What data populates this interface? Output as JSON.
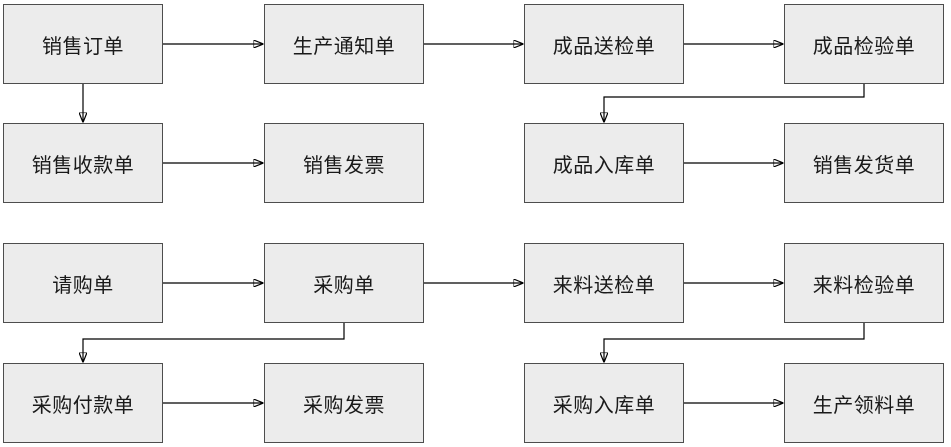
{
  "diagram": {
    "type": "flowchart",
    "colors": {
      "background": "#ffffff",
      "box_fill": "#ececec",
      "box_border": "#4d4d4d",
      "arrow": "#000000",
      "text": "#1a1a1a"
    },
    "nodes": [
      {
        "id": "sales-order",
        "label": "销售订单",
        "row": 1,
        "col": 1
      },
      {
        "id": "production-notice",
        "label": "生产通知单",
        "row": 1,
        "col": 2
      },
      {
        "id": "finished-goods-inspection-request",
        "label": "成品送检单",
        "row": 1,
        "col": 3
      },
      {
        "id": "finished-goods-inspection-report",
        "label": "成品检验单",
        "row": 1,
        "col": 4
      },
      {
        "id": "sales-receipt",
        "label": "销售收款单",
        "row": 2,
        "col": 1
      },
      {
        "id": "sales-invoice",
        "label": "销售发票",
        "row": 2,
        "col": 2
      },
      {
        "id": "finished-goods-inbound",
        "label": "成品入库单",
        "row": 2,
        "col": 3
      },
      {
        "id": "sales-delivery",
        "label": "销售发货单",
        "row": 2,
        "col": 4
      },
      {
        "id": "purchase-requisition",
        "label": "请购单",
        "row": 3,
        "col": 1
      },
      {
        "id": "purchase-order",
        "label": "采购单",
        "row": 3,
        "col": 2
      },
      {
        "id": "incoming-inspection-request",
        "label": "来料送检单",
        "row": 3,
        "col": 3
      },
      {
        "id": "incoming-inspection-report",
        "label": "来料检验单",
        "row": 3,
        "col": 4
      },
      {
        "id": "purchase-payment",
        "label": "采购付款单",
        "row": 4,
        "col": 1
      },
      {
        "id": "purchase-invoice",
        "label": "采购发票",
        "row": 4,
        "col": 2
      },
      {
        "id": "purchase-inbound",
        "label": "采购入库单",
        "row": 4,
        "col": 3
      },
      {
        "id": "production-material-requisition",
        "label": "生产领料单",
        "row": 4,
        "col": 4
      }
    ],
    "flows": [
      {
        "from": "sales-order",
        "to": "production-notice"
      },
      {
        "from": "production-notice",
        "to": "finished-goods-inspection-request"
      },
      {
        "from": "finished-goods-inspection-request",
        "to": "finished-goods-inspection-report"
      },
      {
        "from": "sales-order",
        "to": "sales-receipt"
      },
      {
        "from": "sales-receipt",
        "to": "sales-invoice"
      },
      {
        "from": "finished-goods-inspection-report",
        "to": "finished-goods-inbound"
      },
      {
        "from": "finished-goods-inbound",
        "to": "sales-delivery"
      },
      {
        "from": "purchase-requisition",
        "to": "purchase-order"
      },
      {
        "from": "purchase-order",
        "to": "incoming-inspection-request"
      },
      {
        "from": "incoming-inspection-request",
        "to": "incoming-inspection-report"
      },
      {
        "from": "purchase-order",
        "to": "purchase-payment"
      },
      {
        "from": "purchase-payment",
        "to": "purchase-invoice"
      },
      {
        "from": "incoming-inspection-report",
        "to": "purchase-inbound"
      },
      {
        "from": "purchase-inbound",
        "to": "production-material-requisition"
      }
    ]
  }
}
